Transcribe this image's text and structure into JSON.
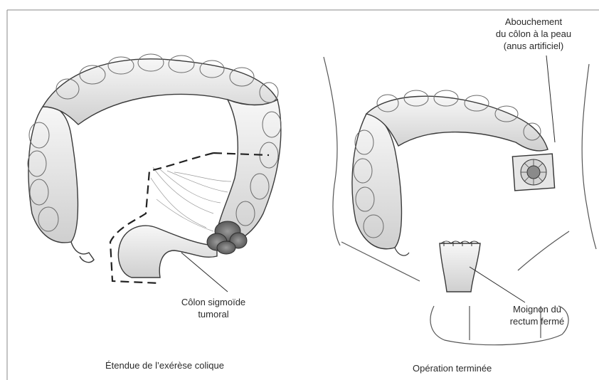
{
  "labels": {
    "stoma_line1": "Abouchement",
    "stoma_line2": "du côlon à la peau",
    "stoma_line3": "(anus artificiel)",
    "sigmoid_line1": "Côlon sigmoïde",
    "sigmoid_line2": "tumoral",
    "stump_line1": "Moignon du",
    "stump_line2": "rectum fermé"
  },
  "captions": {
    "left": "Étendue de l’exérèse colique",
    "right": "Opération terminée"
  },
  "colors": {
    "colon_fill": "#ececec",
    "colon_stroke": "#3a3a3a",
    "tumor_fill": "#7a7a7a",
    "resection_dash": "#222222"
  }
}
